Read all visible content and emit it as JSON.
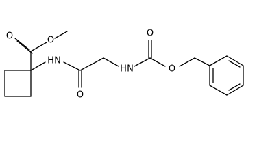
{
  "molecule": {
    "atoms": {
      "ester_carbonyl_O": "O",
      "ester_methoxy_O": "O",
      "amide_N": "N",
      "amide_H": "H",
      "glycine_carbonyl_O": "O",
      "carbamate_N": "N",
      "carbamate_H": "H",
      "carbamate_carbonyl_O": "O",
      "carbamate_ester_O": "O"
    },
    "colors": {
      "bond": "#000000",
      "label": "#000000",
      "background": "#ffffff"
    }
  }
}
